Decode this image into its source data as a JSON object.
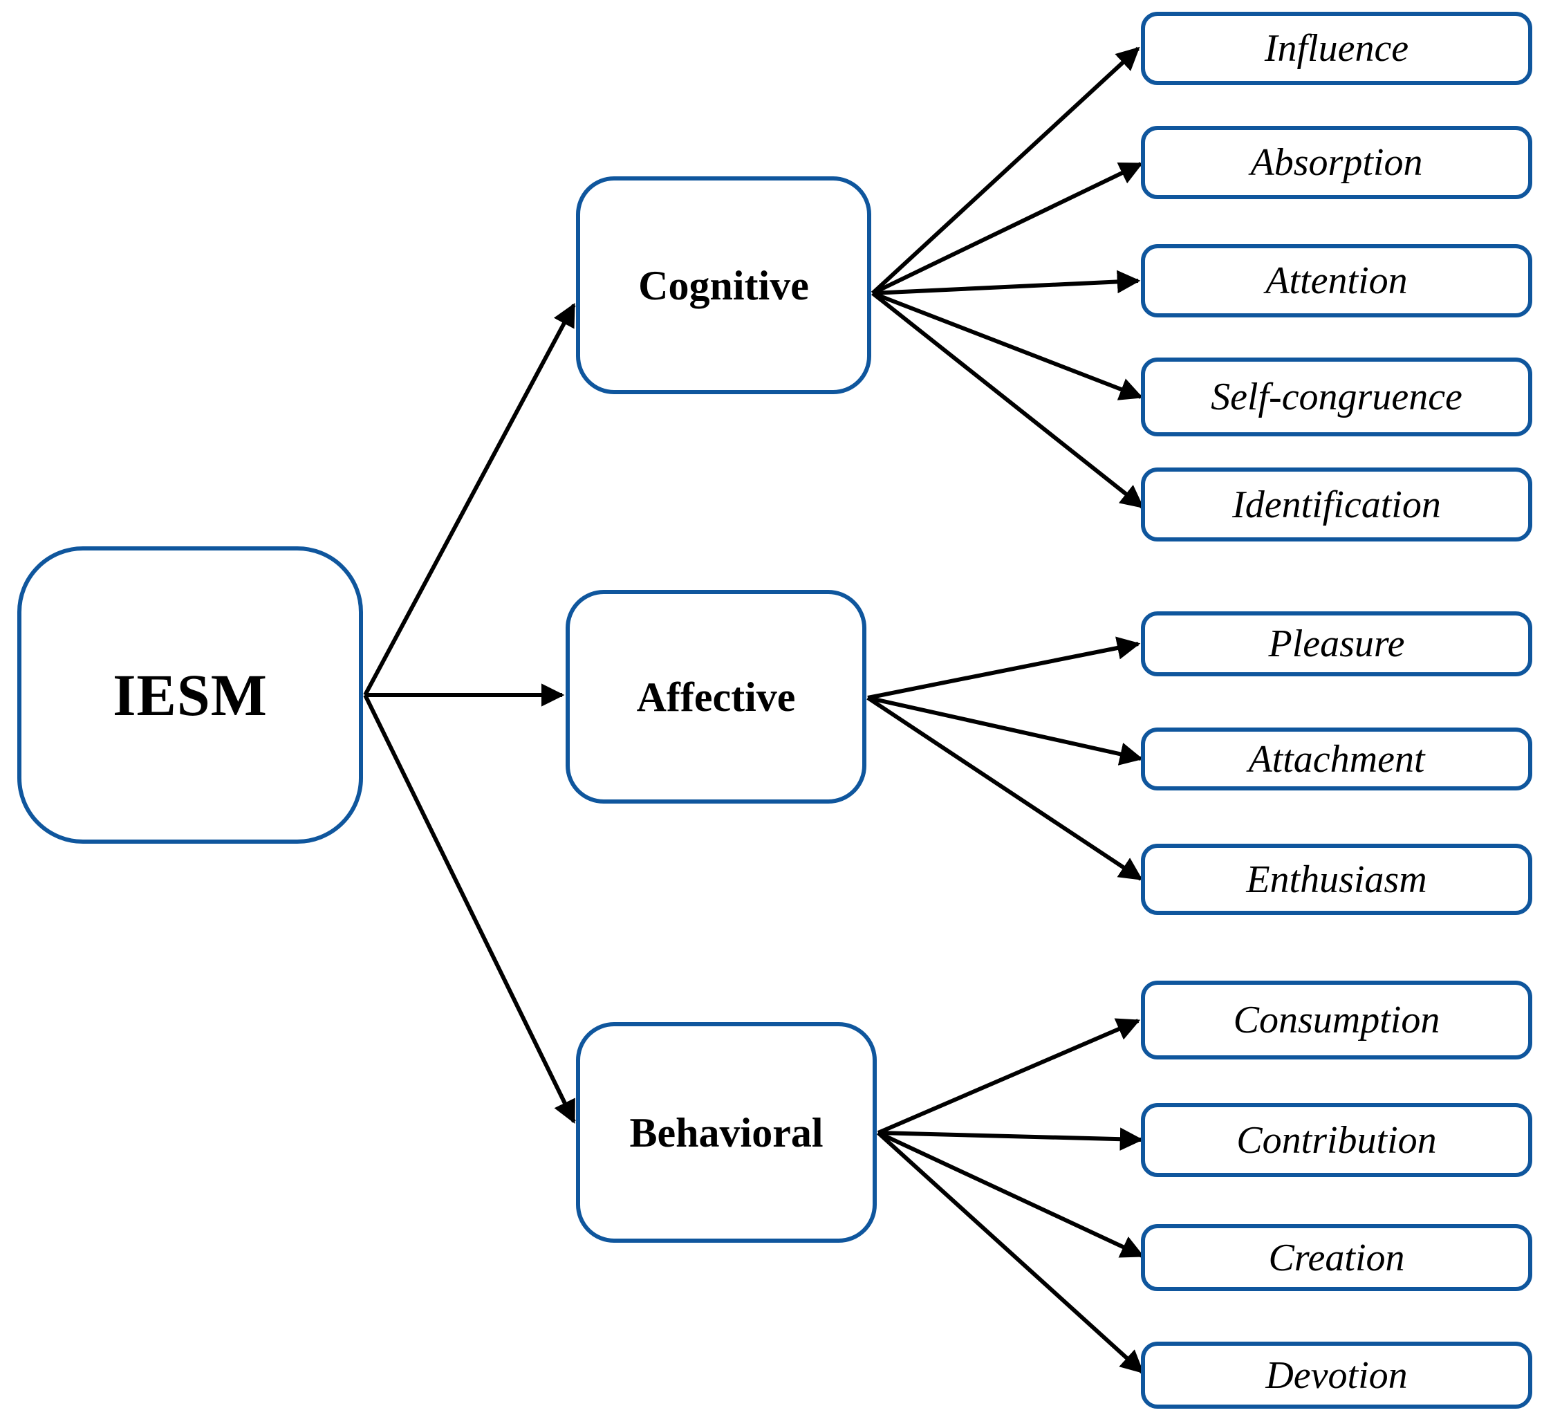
{
  "diagram": {
    "root": {
      "label": "IESM"
    },
    "categories": [
      {
        "label": "Cognitive",
        "children": [
          {
            "label": "Influence"
          },
          {
            "label": "Absorption"
          },
          {
            "label": "Attention"
          },
          {
            "label": "Self-congruence"
          },
          {
            "label": "Identification"
          }
        ]
      },
      {
        "label": "Affective",
        "children": [
          {
            "label": "Pleasure"
          },
          {
            "label": "Attachment"
          },
          {
            "label": "Enthusiasm"
          }
        ]
      },
      {
        "label": "Behavioral",
        "children": [
          {
            "label": "Consumption"
          },
          {
            "label": "Contribution"
          },
          {
            "label": "Creation"
          },
          {
            "label": "Devotion"
          }
        ]
      }
    ],
    "edges": [
      {
        "from": "IESM",
        "to": "Cognitive"
      },
      {
        "from": "IESM",
        "to": "Affective"
      },
      {
        "from": "IESM",
        "to": "Behavioral"
      },
      {
        "from": "Cognitive",
        "to": "Influence"
      },
      {
        "from": "Cognitive",
        "to": "Absorption"
      },
      {
        "from": "Cognitive",
        "to": "Attention"
      },
      {
        "from": "Cognitive",
        "to": "Self-congruence"
      },
      {
        "from": "Cognitive",
        "to": "Identification"
      },
      {
        "from": "Affective",
        "to": "Pleasure"
      },
      {
        "from": "Affective",
        "to": "Attachment"
      },
      {
        "from": "Affective",
        "to": "Enthusiasm"
      },
      {
        "from": "Behavioral",
        "to": "Consumption"
      },
      {
        "from": "Behavioral",
        "to": "Contribution"
      },
      {
        "from": "Behavioral",
        "to": "Creation"
      },
      {
        "from": "Behavioral",
        "to": "Devotion"
      }
    ]
  },
  "colors": {
    "box_border": "#0F569D",
    "arrow": "#000000",
    "text": "#000000",
    "background": "#FFFFFF"
  }
}
